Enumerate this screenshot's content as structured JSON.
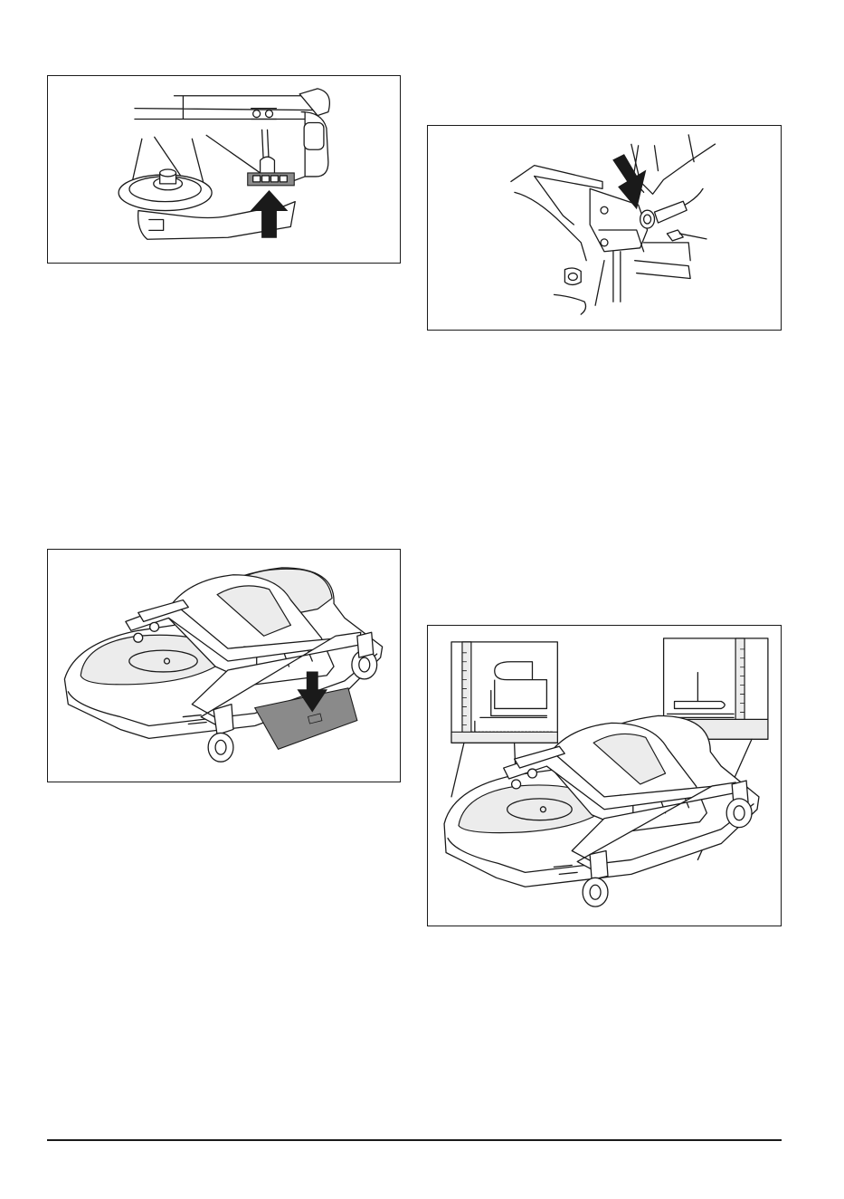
{
  "figures": [
    {
      "id": "pulley-bracket-lift",
      "icon": "up-arrow-icon"
    },
    {
      "id": "connector-push",
      "icon": "down-arrow-icon"
    },
    {
      "id": "deck-on-board",
      "icon": "down-arrow-icon"
    },
    {
      "id": "deck-height-detail",
      "icon": "ruler-gauge-icon"
    }
  ],
  "colors": {
    "line": "#1a1a1a",
    "shade": "#ececec",
    "dark": "#8a8a8a"
  }
}
